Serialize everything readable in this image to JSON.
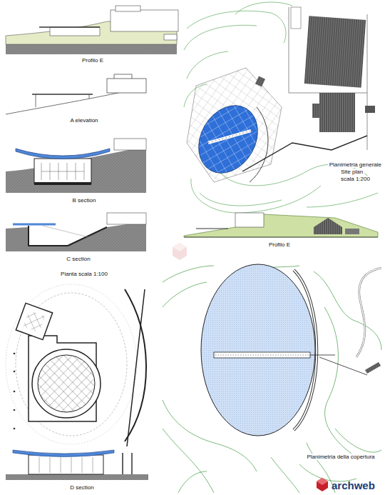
{
  "diagram": {
    "labels": [
      "Profilo E",
      "A elevation",
      "B section",
      "C section",
      "Planimetria generale",
      "Site plan",
      "scala 1:200",
      "Profilo E",
      "Pianta  scala 1:100",
      "D section",
      "Planimetria della copertura",
      "archweb"
    ]
  }
}
